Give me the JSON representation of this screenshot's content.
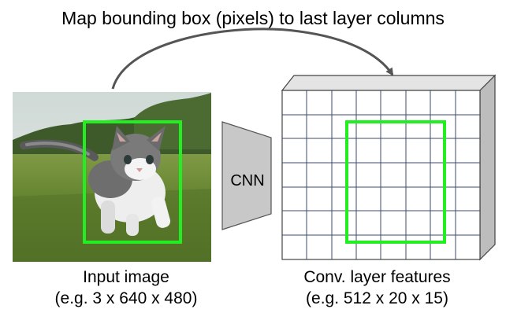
{
  "title": "Map bounding box (pixels) to last layer columns",
  "cnn_label": "CNN",
  "input_caption": {
    "line1": "Input image",
    "line2": "(e.g. 3 x 640 x 480)"
  },
  "output_caption": {
    "line1": "Conv. layer features",
    "line2": "(e.g. 512 x 20 x 15)"
  },
  "colors": {
    "bounding_box": "#22ee22",
    "grid_line": "#3b4a6b",
    "cnn_fill": "#c8c8c8",
    "block_side": "#bdbdbd",
    "arrow": "#555555"
  },
  "input_image": {
    "description_icon": "kitten-photo"
  }
}
